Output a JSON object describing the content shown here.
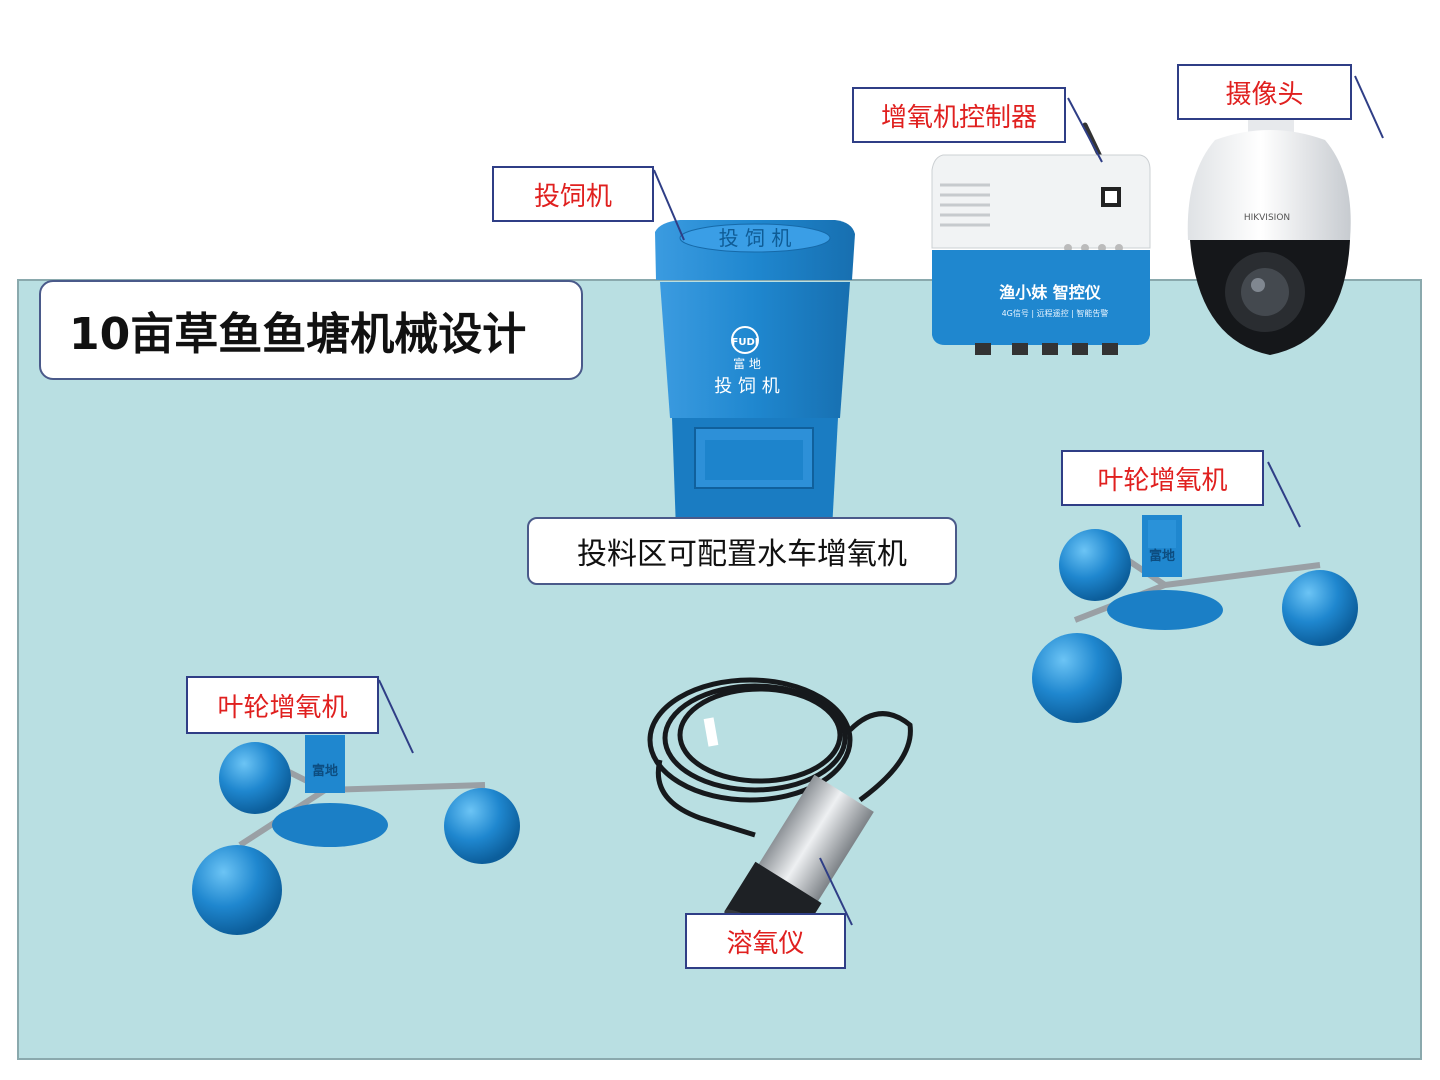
{
  "title": "10亩草鱼鱼塘机械设计",
  "labels": {
    "feeder": "投饲机",
    "controller": "增氧机控制器",
    "camera": "摄像头",
    "impeller_right": "叶轮增氧机",
    "impeller_left": "叶轮增氧机",
    "do_meter": "溶氧仪"
  },
  "feeding_note": "投料区可配置水车增氧机",
  "device_text": {
    "feeder_lid": "投 饲 机",
    "feeder_brand": "富 地",
    "feeder_logo": "FUDI",
    "feeder_body": "投 饲 机",
    "controller_brand": "渔小妹 智控仪",
    "controller_sub": "4G信号 | 远程遥控 | 智能告警",
    "camera_brand": "HIKVISION",
    "impeller_brand": "富地"
  },
  "colors": {
    "pond": "#b9dfe2",
    "label_text": "#e0201f",
    "label_border": "#2f3e86",
    "equipment_blue": "#1f87cf"
  }
}
